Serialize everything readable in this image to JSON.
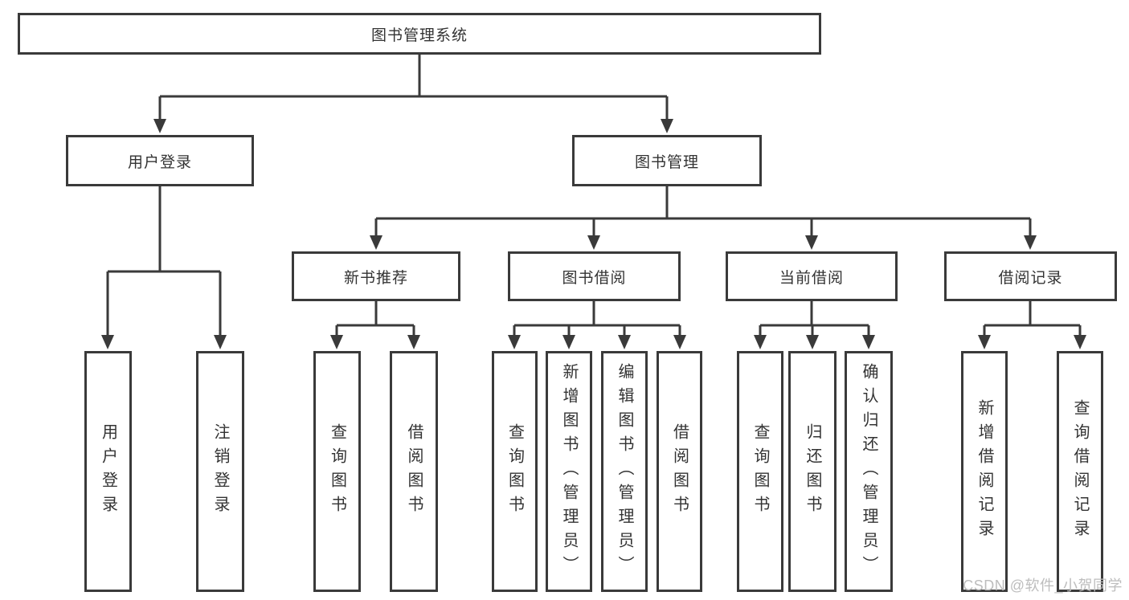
{
  "tree": {
    "label": "图书管理系统",
    "children": [
      {
        "label": "用户登录",
        "children": [
          {
            "label": "用户登录"
          },
          {
            "label": "注销登录"
          }
        ]
      },
      {
        "label": "图书管理",
        "children": [
          {
            "label": "新书推荐",
            "children": [
              {
                "label": "查询图书"
              },
              {
                "label": "借阅图书"
              }
            ]
          },
          {
            "label": "图书借阅",
            "children": [
              {
                "label": "查询图书"
              },
              {
                "label": "新增图书（管理员）"
              },
              {
                "label": "编辑图书（管理员）"
              },
              {
                "label": "借阅图书"
              }
            ]
          },
          {
            "label": "当前借阅",
            "children": [
              {
                "label": "查询图书"
              },
              {
                "label": "归还图书"
              },
              {
                "label": "确认归还（管理员）"
              }
            ]
          },
          {
            "label": "借阅记录",
            "children": [
              {
                "label": "新增借阅记录"
              },
              {
                "label": "查询借阅记录"
              }
            ]
          }
        ]
      }
    ]
  },
  "watermark": {
    "text": "CSDN @软件_小贺同学"
  },
  "colors": {
    "line": "#3a3a3a",
    "box_border": "#3a3a3a",
    "text": "#333333",
    "background": "#ffffff",
    "watermark": "#bdbdbd"
  }
}
